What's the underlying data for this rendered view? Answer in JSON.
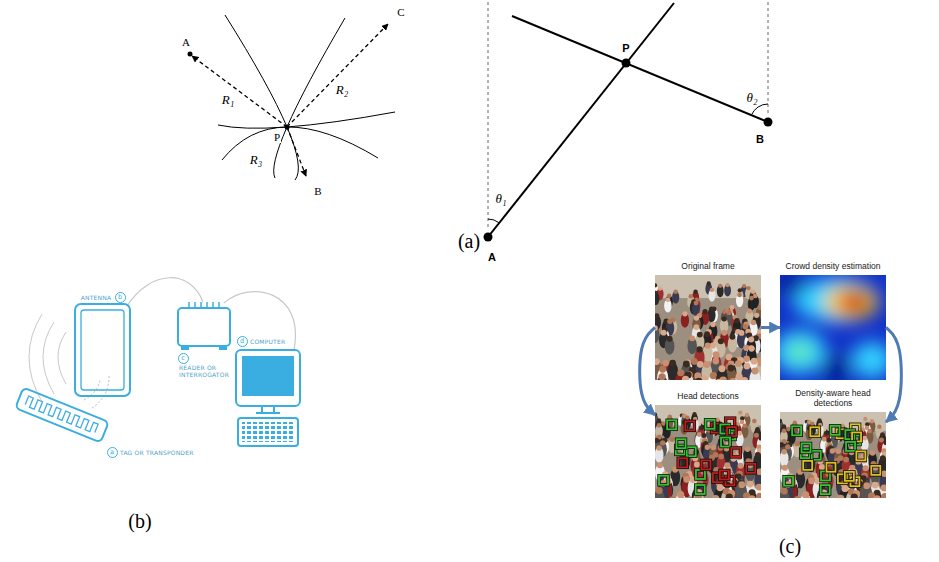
{
  "diagram": {
    "nodes": [
      {
        "text": [
          "Original frame"
        ]
      },
      {
        "text": [
          "Crowd density estimation"
        ]
      },
      {
        "text": [
          "Head detections"
        ]
      },
      {
        "text": [
          "Density-aware head detections"
        ]
      }
    ],
    "edges": [
      {
        "from": 0,
        "to": 1,
        "arrow": "to"
      },
      {
        "from": 0,
        "to": 2,
        "arrow": "to"
      },
      {
        "from": 1,
        "to": 3,
        "arrow": "to"
      }
    ],
    "labels": [
      "A",
      "C",
      "R₁",
      "R₂",
      "P",
      "R₃",
      "B",
      "P",
      "θ₂",
      "θ₁",
      "A",
      "B",
      "(a)",
      "ANTENNA",
      "b",
      "c",
      "READER OR INTERROGATOR",
      "d",
      "COMPUTER",
      "a",
      "TAG OR TRANSPONDER",
      "(b)",
      "(c)"
    ]
  }
}
